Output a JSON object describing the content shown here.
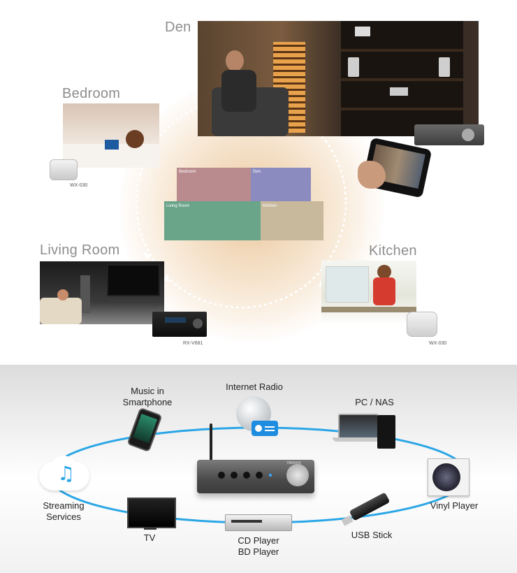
{
  "rooms": {
    "den": {
      "label": "Den"
    },
    "bedroom": {
      "label": "Bedroom",
      "device": "WX-030"
    },
    "living_room": {
      "label": "Living Room",
      "device": "RX-V681"
    },
    "kitchen": {
      "label": "Kitchen",
      "device": "WX-030"
    }
  },
  "tablet_screen": {
    "tiles": [
      "Bedroom",
      "Den",
      "Living Room",
      "Kitchen"
    ]
  },
  "sources": {
    "smartphone": [
      "Music in",
      "Smartphone"
    ],
    "internet_radio": "Internet Radio",
    "pc_nas": "PC / NAS",
    "streaming": [
      "Streaming",
      "Services"
    ],
    "vinyl": "Vinyl Player",
    "tv": "TV",
    "cd_bd": [
      "CD Player",
      "BD Player"
    ],
    "usb": "USB Stick"
  },
  "amp": {
    "brand": "YAMAHA"
  },
  "colors": {
    "ring": "#2aa6e6",
    "glow": "#e9c08c",
    "room_label": "#8d8d8d"
  }
}
